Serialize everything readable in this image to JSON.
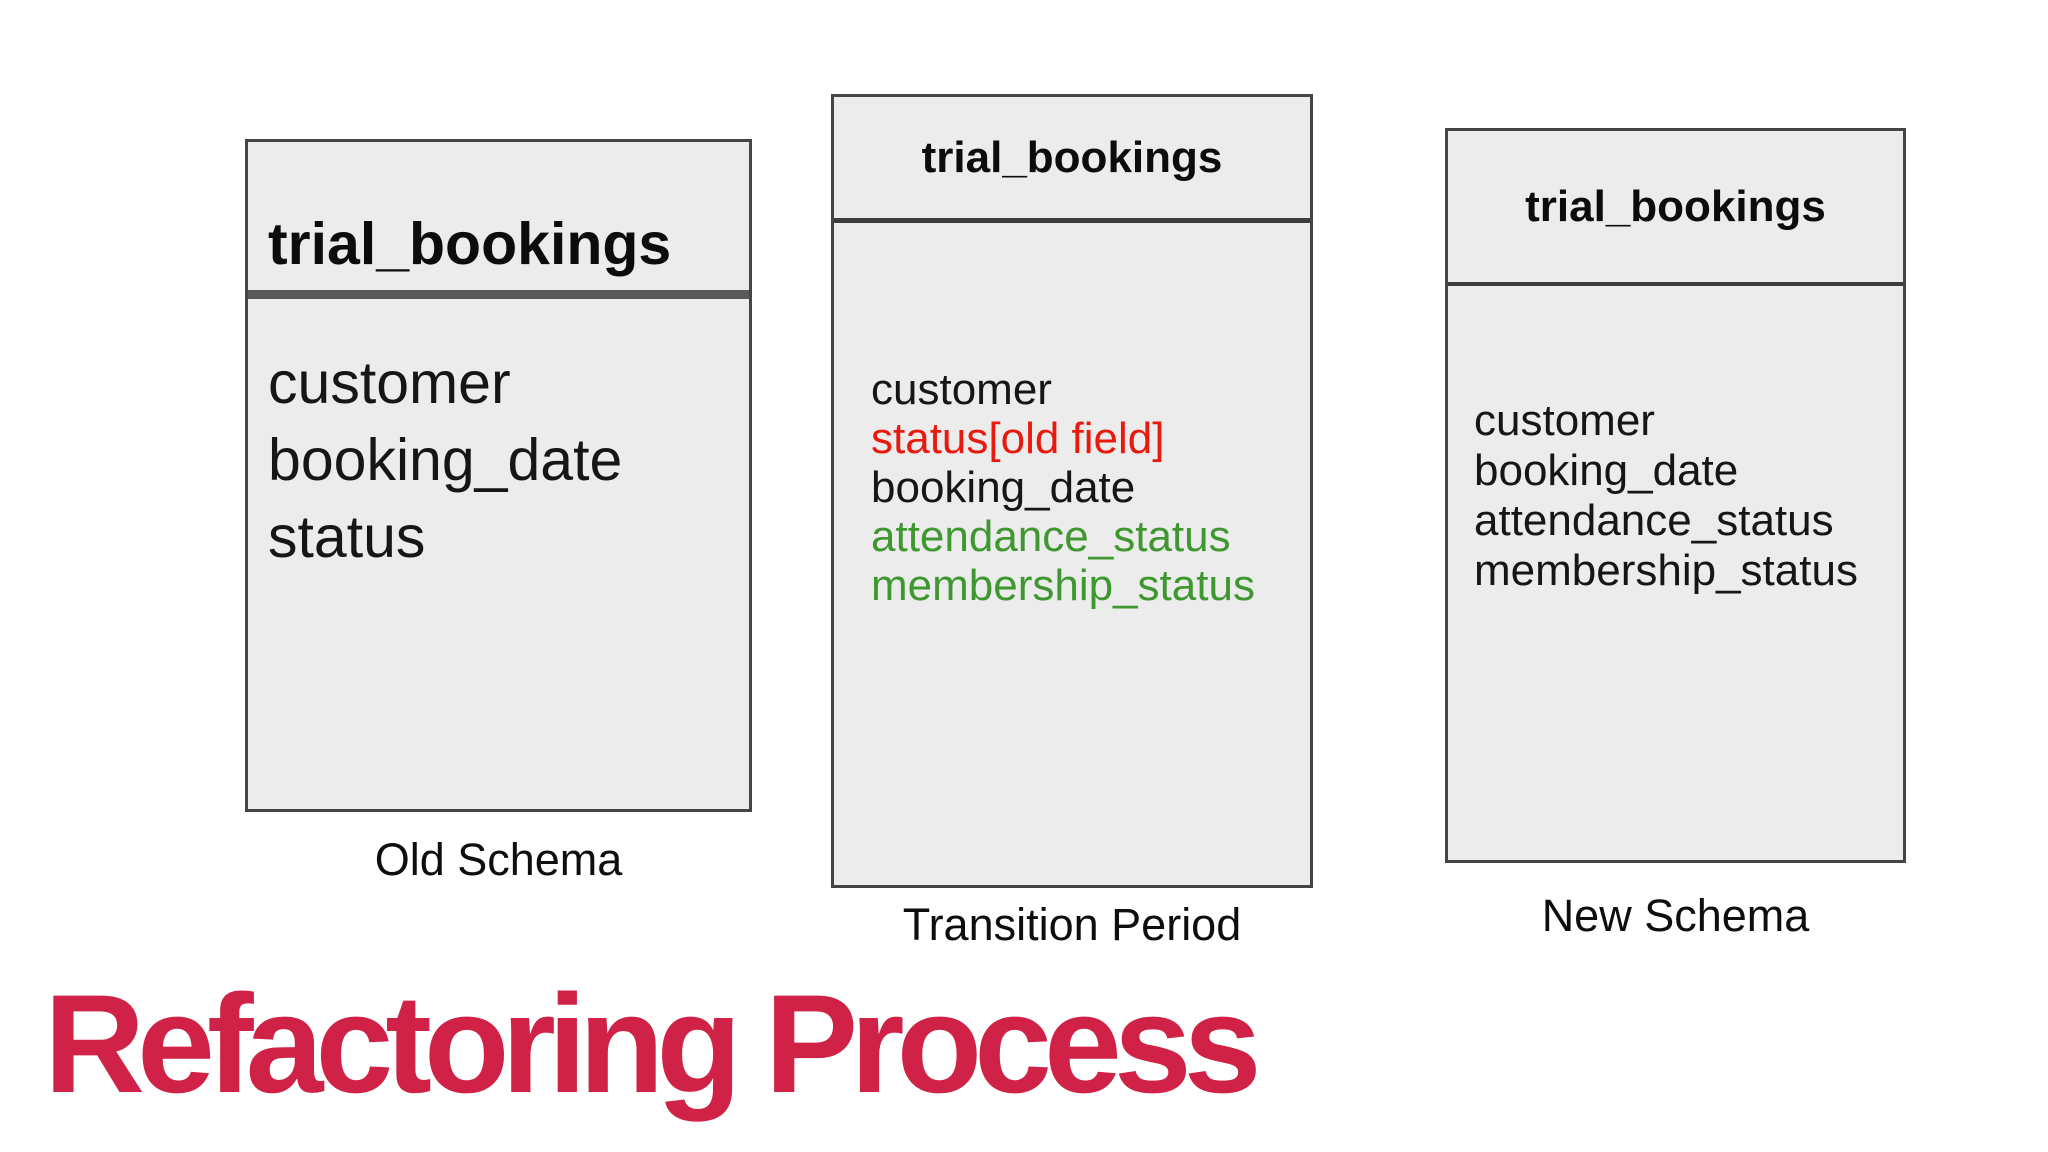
{
  "heading": {
    "text": "Refactoring Process",
    "color": "#d02247"
  },
  "diagram": {
    "field_colors": {
      "normal": "#161616",
      "removed": "#e81a0e",
      "added": "#3f9730"
    },
    "tables": [
      {
        "title": "trial_bookings",
        "caption": "Old Schema",
        "fields": [
          {
            "text": "customer",
            "status": "normal"
          },
          {
            "text": "booking_date",
            "status": "normal"
          },
          {
            "text": "status",
            "status": "normal"
          }
        ]
      },
      {
        "title": "trial_bookings",
        "caption": "Transition Period",
        "fields": [
          {
            "text": "customer",
            "status": "normal"
          },
          {
            "text": "status[old field]",
            "status": "removed"
          },
          {
            "text": "booking_date",
            "status": "normal"
          },
          {
            "text": "attendance_status",
            "status": "added"
          },
          {
            "text": "membership_status",
            "status": "added"
          }
        ]
      },
      {
        "title": "trial_bookings",
        "caption": "New Schema",
        "fields": [
          {
            "text": "customer",
            "status": "normal"
          },
          {
            "text": "booking_date",
            "status": "normal"
          },
          {
            "text": "attendance_status",
            "status": "normal"
          },
          {
            "text": "membership_status",
            "status": "normal"
          }
        ]
      }
    ]
  }
}
